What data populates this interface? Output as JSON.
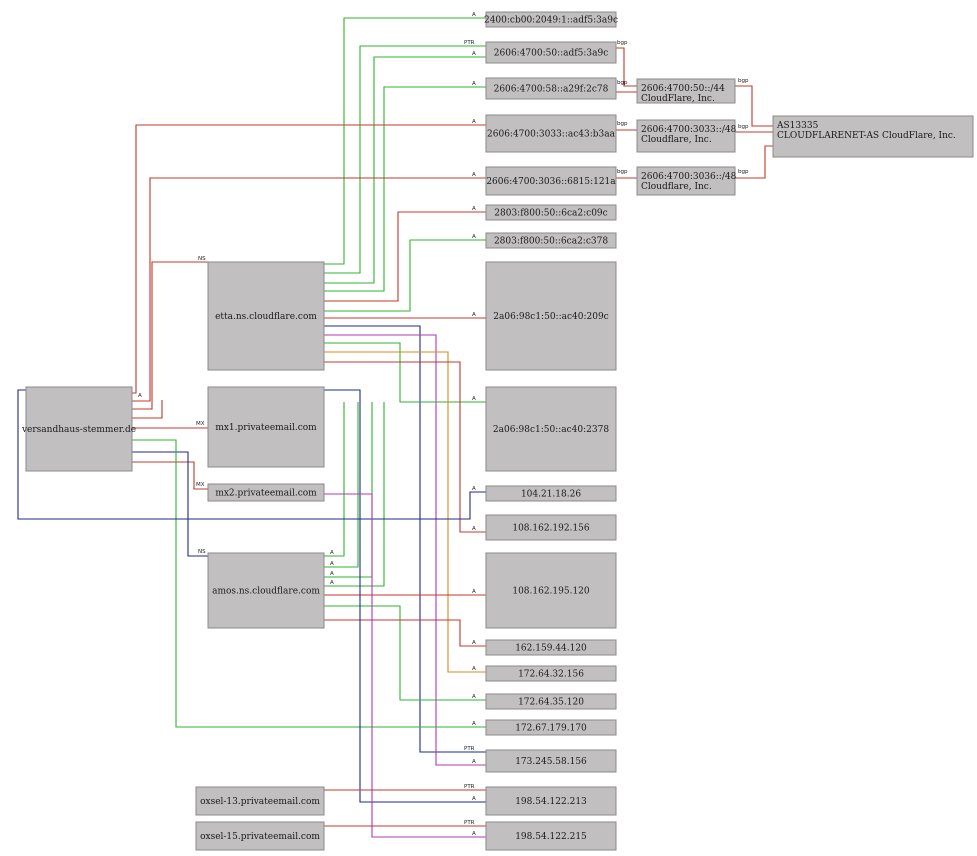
{
  "colors": {
    "red": "#c0392b",
    "green": "#2fb52f",
    "blue": "#1f2a8c",
    "magenta": "#b03ab0",
    "orange": "#d98a1a",
    "node_fill": "#c2bfc0"
  },
  "nodes": {
    "domain": "versandhaus-stemmer.de",
    "etta": "etta.ns.cloudflare.com",
    "amos": "amos.ns.cloudflare.com",
    "mx1": "mx1.privateemail.com",
    "mx2": "mx2.privateemail.com",
    "oxsel13": "oxsel-13.privateemail.com",
    "oxsel15": "oxsel-15.privateemail.com",
    "ip_2400": "2400:cb00:2049:1::adf5:3a9c",
    "ip_2606_adf5": "2606:4700:50::adf5:3a9c",
    "ip_2606_a29f": "2606:4700:58::a29f:2c78",
    "ip_2606_ac43": "2606:4700:3033::ac43:b3aa",
    "ip_2606_6815": "2606:4700:3036::6815:121a",
    "ip_2803_c09c": "2803:f800:50::6ca2:c09c",
    "ip_2803_c378": "2803:f800:50::6ca2:c378",
    "ip_2a06_209c": "2a06:98c1:50::ac40:209c",
    "ip_2a06_2378": "2a06:98c1:50::ac40:2378",
    "ip_104": "104.21.18.26",
    "ip_108_192": "108.162.192.156",
    "ip_108_195": "108.162.195.120",
    "ip_162": "162.159.44.120",
    "ip_172_32": "172.64.32.156",
    "ip_172_35": "172.64.35.120",
    "ip_172_67": "172.67.179.170",
    "ip_173": "173.245.58.156",
    "ip_198_213": "198.54.122.213",
    "ip_198_215": "198.54.122.215",
    "net_50": [
      "2606:4700:50::/44",
      "CloudFlare, Inc."
    ],
    "net_3033": [
      "2606:4700:3033::/48",
      "Cloudflare, Inc."
    ],
    "net_3036": [
      "2606:4700:3036::/48",
      "Cloudflare, Inc."
    ],
    "asn": [
      "AS13335",
      "CLOUDFLARENET-AS CloudFlare, Inc."
    ]
  },
  "edge_labels": {
    "a": "A",
    "ns": "NS",
    "mx": "MX",
    "ptr": "PTR",
    "bgp": "bgp"
  }
}
